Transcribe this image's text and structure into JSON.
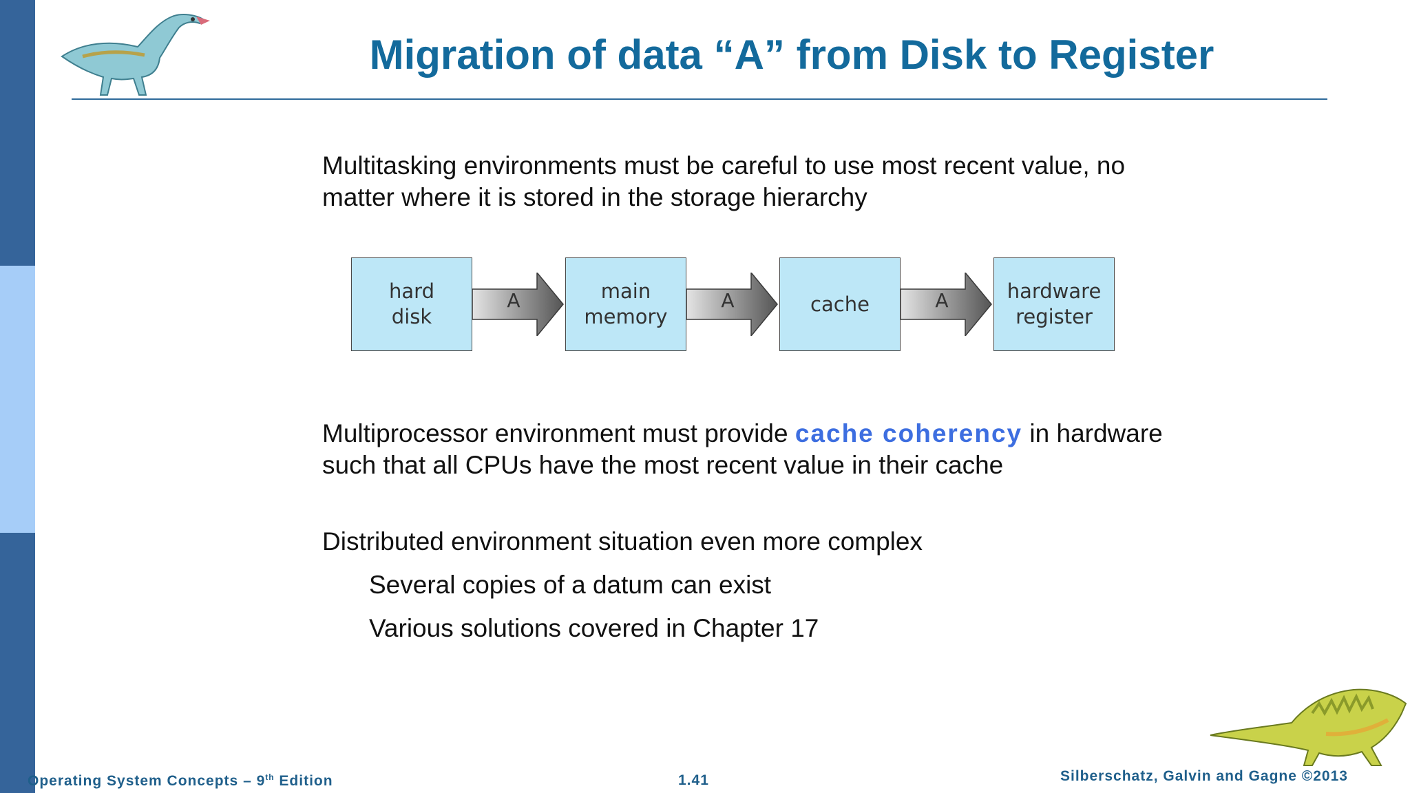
{
  "slide": {
    "title": "Migration of data “A” from Disk to Register",
    "paragraphs": {
      "p1": "Multitasking environments must be careful to use most recent value, no matter where it is stored in the storage hierarchy",
      "p2_before": "Multiprocessor environment must provide ",
      "p2_highlight": "cache coherency",
      "p2_after": " in hardware such that all CPUs have the most recent value in their cache",
      "p3": "Distributed environment situation even more complex",
      "p4": "Several copies of a datum can exist",
      "p5": "Various solutions covered in Chapter 17"
    }
  },
  "diagram": {
    "stages": [
      {
        "line1": "hard",
        "line2": "disk"
      },
      {
        "line1": "main",
        "line2": "memory"
      },
      {
        "line1": "cache",
        "line2": ""
      },
      {
        "line1": "hardware",
        "line2": "register"
      }
    ],
    "arrow_label": "A",
    "box_color": "#bde7f7"
  },
  "footer": {
    "left_main": "Operating System Concepts – 9",
    "left_sup": "th",
    "left_end": " Edition",
    "page": "1.41",
    "right": "Silberschatz, Galvin and Gagne ©2013"
  },
  "colors": {
    "title": "#136a9c",
    "highlight": "#3d6ee0",
    "sidebar_dark": "#35649a",
    "sidebar_light": "#a6cdf8"
  },
  "icons": {
    "top_left": "dinosaur-icon",
    "bottom_right": "dinosaur-icon"
  }
}
